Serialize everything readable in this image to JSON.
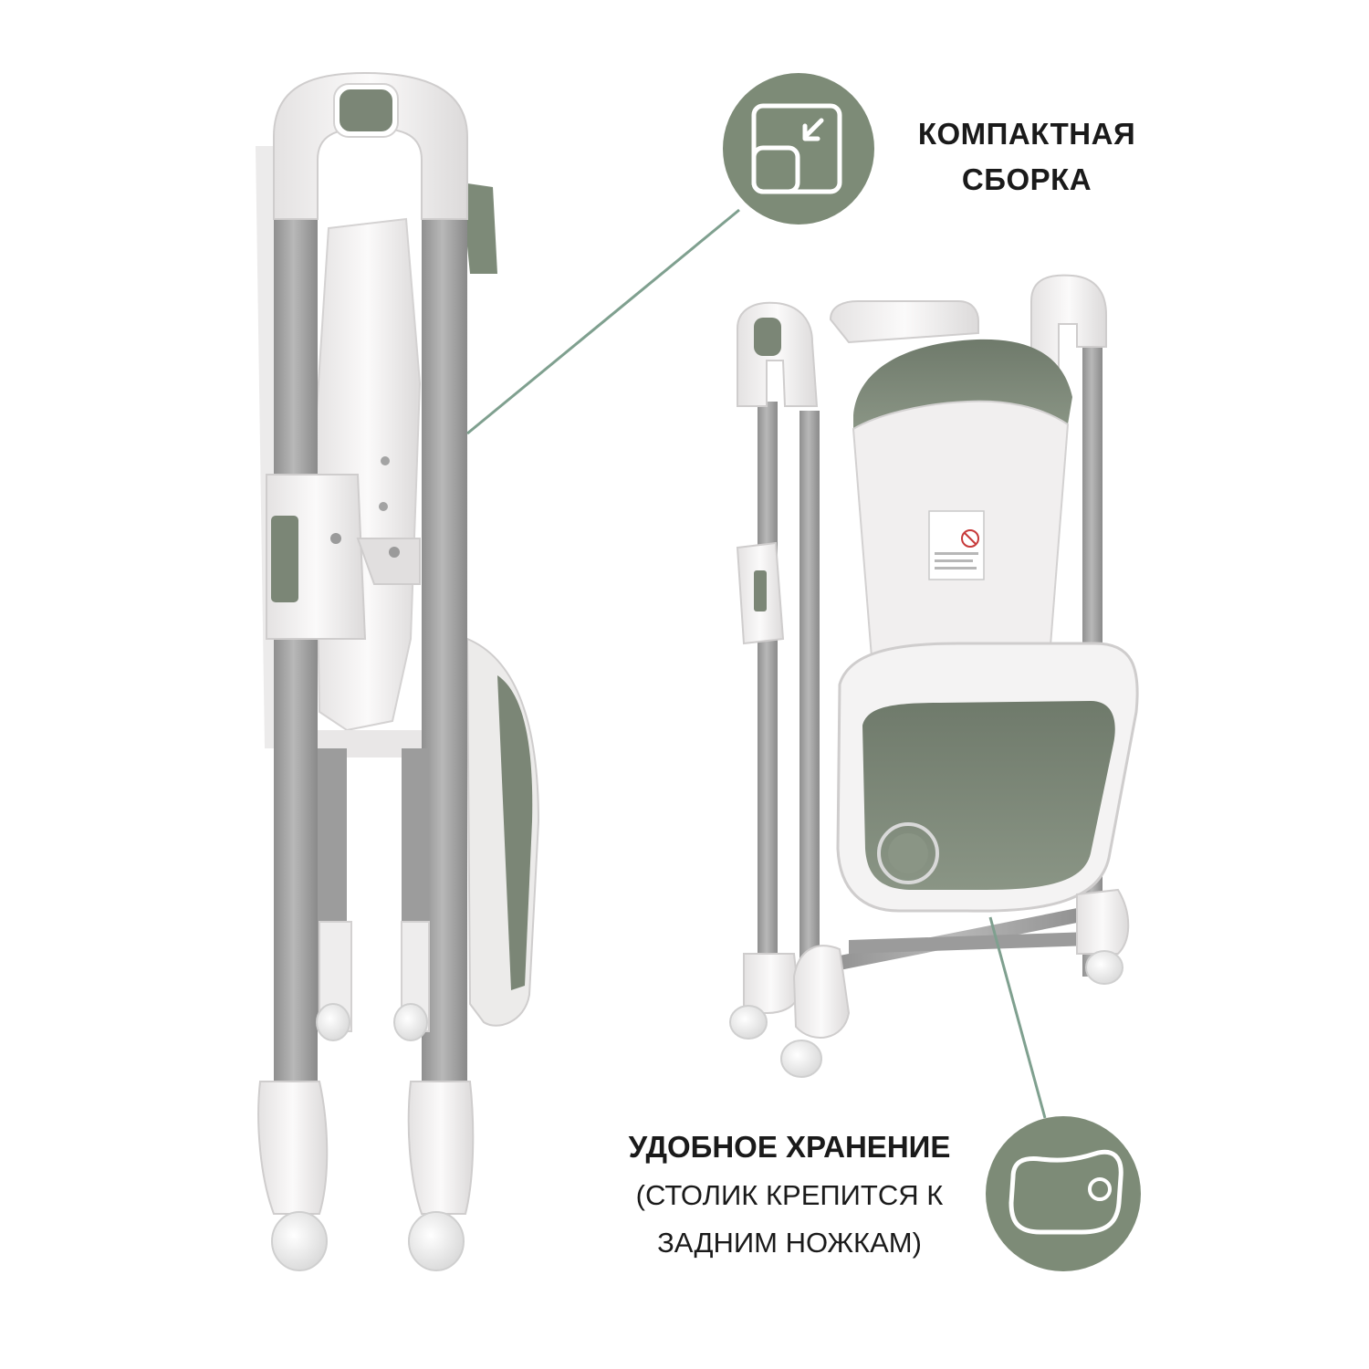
{
  "colors": {
    "accent": "#7d8b77",
    "leader_line": "#7fa08f",
    "frame_gray": "#a9a9a9",
    "plastic_white": "#f2f0f0",
    "seat_green": "#7b8676",
    "text": "#1a1a1a"
  },
  "features": {
    "compact": {
      "icon": "compact-fold-icon",
      "title_lines": [
        "КОМПАКТНАЯ",
        "СБОРКА"
      ]
    },
    "storage": {
      "icon": "tray-icon",
      "title": "УДОБНОЕ ХРАНЕНИЕ",
      "note_lines": [
        "(СТОЛИК КРЕПИТСЯ К",
        "ЗАДНИМ НОЖКАМ)"
      ]
    }
  },
  "products": {
    "side_view": "folded-high-chair-side-view",
    "front_view": "folded-high-chair-front-view"
  }
}
